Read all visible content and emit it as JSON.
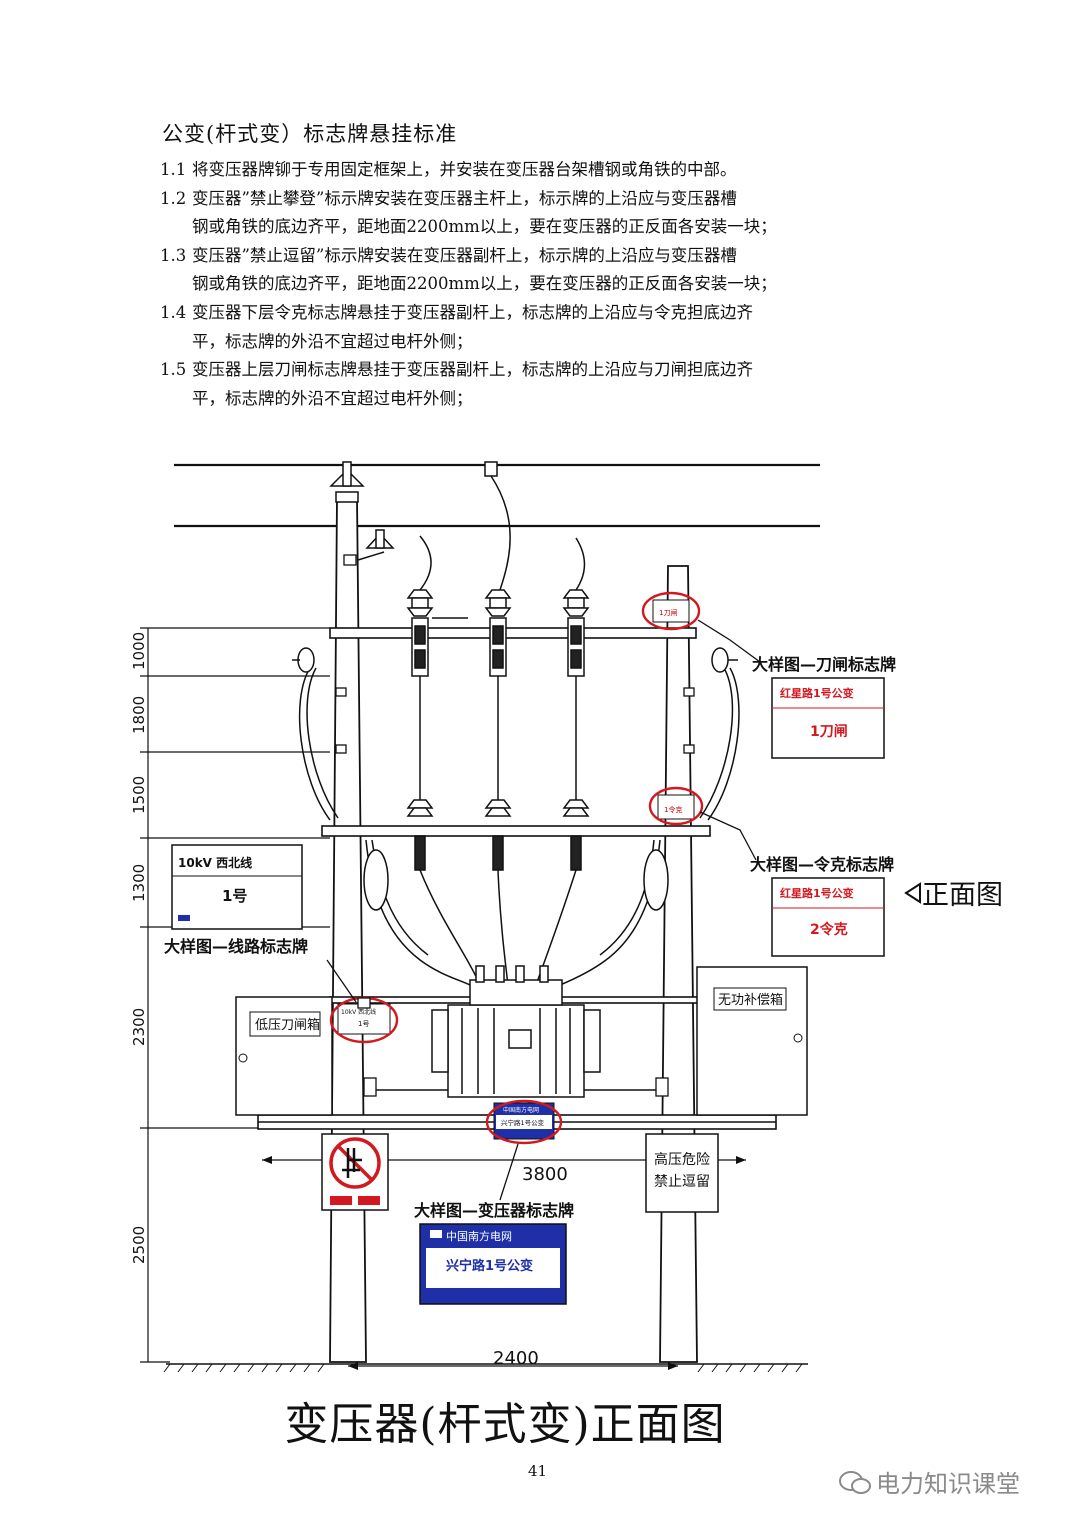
{
  "doc": {
    "title": "公变(杆式变）标志牌悬挂标准",
    "rules": [
      {
        "num": "1.1",
        "lines": [
          "将变压器牌铆于专用固定框架上，并安装在变压器台架槽钢或角铁的中部。"
        ]
      },
      {
        "num": "1.2",
        "lines": [
          "变压器”禁止攀登”标示牌安装在变压器主杆上，标示牌的上沿应与变压器槽",
          "钢或角铁的底边齐平，距地面2200mm以上，要在变压器的正反面各安装一块；"
        ]
      },
      {
        "num": "1.3",
        "lines": [
          "变压器”禁止逗留”标示牌安装在变压器副杆上，标示牌的上沿应与变压器槽",
          "钢或角铁的底边齐平，距地面2200mm以上，要在变压器的正反面各安装一块；"
        ]
      },
      {
        "num": "1.4",
        "lines": [
          "变压器下层令克标志牌悬挂于变压器副杆上，标志牌的上沿应与令克担底边齐",
          "平，标志牌的外沿不宜超过电杆外侧；"
        ]
      },
      {
        "num": "1.5",
        "lines": [
          "变压器上层刀闸标志牌悬挂于变压器副杆上，标志牌的上沿应与刀闸担底边齐",
          "平，标志牌的外沿不宜超过电杆外侧；"
        ]
      }
    ]
  },
  "diagram": {
    "dims_vertical": [
      "1000",
      "1800",
      "1500",
      "1300",
      "2300",
      "2500"
    ],
    "dim_3800": "3800",
    "dim_2400": "2400",
    "callout_knife": "大样图—刀闸标志牌",
    "callout_fuse": "大样图—令克标志牌",
    "callout_line": "大样图—线路标志牌",
    "callout_transformer": "大样图—变压器标志牌",
    "view_label": "正面图",
    "knife_sign": {
      "line1": "红星路1号公变",
      "line2": "1刀闸"
    },
    "fuse_sign": {
      "line1": "红星路1号公变",
      "line2": "2令克"
    },
    "line_sign": {
      "line1": "10kV  西北线",
      "line2": "1号"
    },
    "small_knife_tag": "1刀闸",
    "small_fuse_tag": "1令克",
    "small_line_tag": {
      "line1": "10kV 西北线",
      "line2": "1号"
    },
    "lv_box_label": "低压刀闸箱",
    "comp_box_label": "无功补偿箱",
    "danger_sign": {
      "line1": "高压危险",
      "line2": "禁止逗留"
    },
    "transformer_sign": {
      "brand": "中国南方电网",
      "name": "兴宁路1号公变"
    },
    "small_transformer_tag": {
      "brand": "中国南方电网",
      "name": "兴宁路1号公变"
    },
    "caption": "变压器(杆式变)正面图"
  },
  "page_number": "41",
  "watermark": "电力知识课堂",
  "colors": {
    "red": "#d4181f",
    "blue": "#1f2fa8"
  }
}
